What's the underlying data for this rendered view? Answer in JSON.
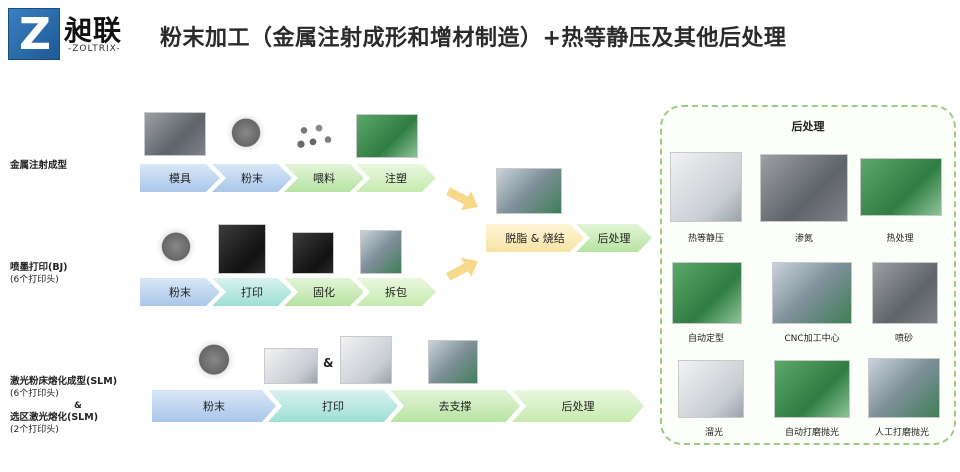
{
  "header": {
    "brand_cn": "昶联",
    "brand_en": "-ZOLTRIX-",
    "title": "粉末加工（金属注射成形和增材制造）+热等静压及其他后处理"
  },
  "rows": {
    "mim": {
      "label": "金属注射成型",
      "steps": [
        "模具",
        "粉末",
        "喂料",
        "注塑"
      ]
    },
    "bj": {
      "label": "喷墨打印(BJ)",
      "sub": "(6个打印头)",
      "steps": [
        "粉末",
        "打印",
        "固化",
        "拆包"
      ]
    },
    "shared": {
      "steps": [
        "脱脂 & 烧结",
        "后处理"
      ]
    },
    "slm": {
      "label1": "激光粉床熔化成型(SLM)",
      "sub1": "(6个打印头)",
      "amp": "&",
      "label2": "选区激光熔化(SLM)",
      "sub2": "(2个打印头)",
      "steps": [
        "粉末",
        "打印",
        "去支撑",
        "后处理"
      ]
    }
  },
  "amp_between_printers": "&",
  "post": {
    "title": "后处理",
    "items": [
      "热等静压",
      "渗氮",
      "热处理",
      "自动定型",
      "CNC加工中心",
      "喷砂",
      "溜光",
      "自动打磨抛光",
      "人工打磨抛光"
    ]
  },
  "colors": {
    "blue": "#a9c7ea",
    "teal": "#9edfd5",
    "green": "#b7e3a1",
    "yellow": "#f6e3a3",
    "panel_border": "#9ccb86"
  }
}
